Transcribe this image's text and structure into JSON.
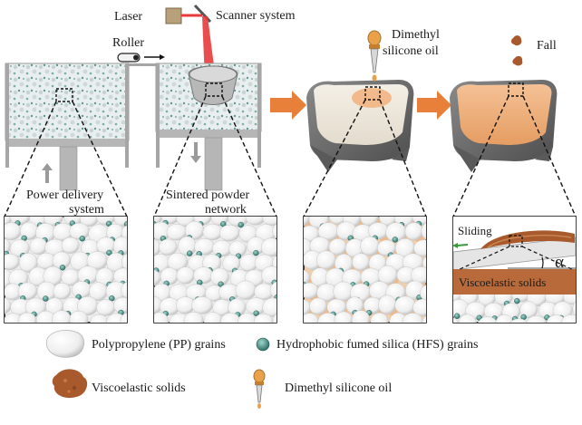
{
  "labels": {
    "laser": "Laser",
    "scanner": "Scanner system",
    "roller": "Roller",
    "dimethyl_line1": "Dimethyl",
    "dimethyl_line2": "silicone oil",
    "fall": "Fall",
    "power_line1": "Power delivery",
    "power_line2": "system",
    "sintered_line1": "Sintered powder",
    "sintered_line2": "network",
    "sliding": "Sliding",
    "alpha": "α",
    "viscoelastic": "Viscoelastic solids"
  },
  "legend": {
    "pp": "Polypropylene (PP) grains",
    "hfs": "Hydrophobic fumed silica (HFS) grains",
    "visco": "Viscoelastic solids",
    "oil": "Dimethyl silicone oil"
  },
  "colors": {
    "laser_beam": "#e83a3a",
    "arrow": "#e8803a",
    "oil_orange": "#f0b07a",
    "visco_brown": "#a85a2c",
    "hfs_teal": "#2f7f77",
    "wall_gray": "#9a9a9a",
    "bath_gray": "#6f6f6f"
  }
}
